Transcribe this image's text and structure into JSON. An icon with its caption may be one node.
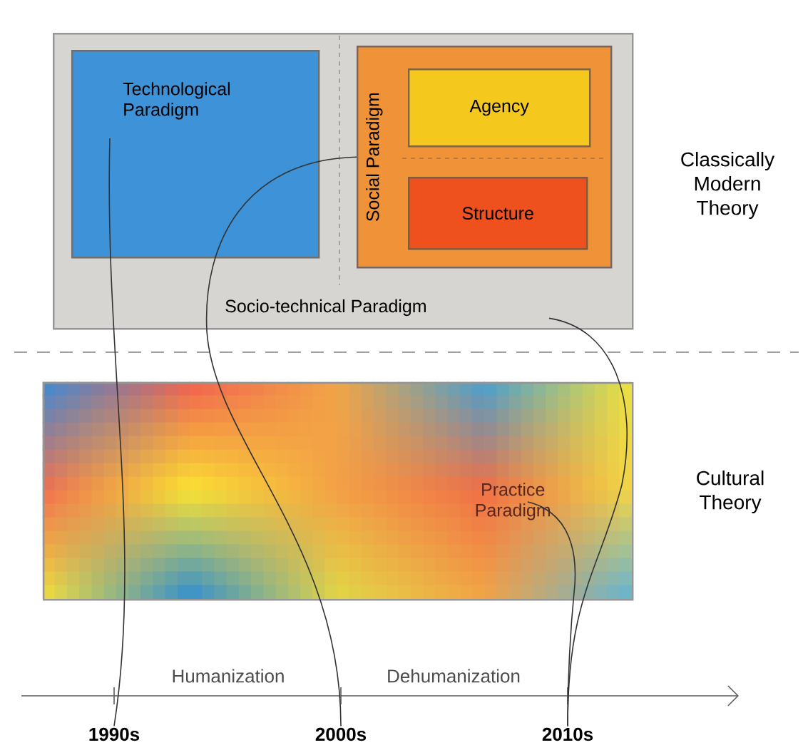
{
  "diagram": {
    "nodes": [
      {
        "text": [
          "Socio-technical Paradigm"
        ]
      },
      {
        "text": [
          "Technological Paradigm"
        ],
        "in": 0
      },
      {
        "text": [
          "Social Paradigm"
        ],
        "in": 0
      },
      {
        "text": [
          "Agency"
        ],
        "in": 2
      },
      {
        "text": [
          "Structure"
        ],
        "in": 2
      },
      {
        "text": [
          "Practice Paradigm"
        ]
      },
      {
        "text": [
          "1990s"
        ]
      },
      {
        "text": [
          "2000s"
        ]
      },
      {
        "text": [
          "2010s"
        ]
      }
    ],
    "edges": [
      {
        "from": 1,
        "to": 6,
        "arrow": "none"
      },
      {
        "from": 2,
        "to": 7,
        "arrow": "none"
      },
      {
        "from": 0,
        "to": 8,
        "arrow": "none"
      },
      {
        "from": 5,
        "to": 8,
        "arrow": "none"
      }
    ],
    "labels": [
      "Classically Modern Theory",
      "Cultural Theory",
      "Humanization",
      "Dehumanization"
    ]
  }
}
